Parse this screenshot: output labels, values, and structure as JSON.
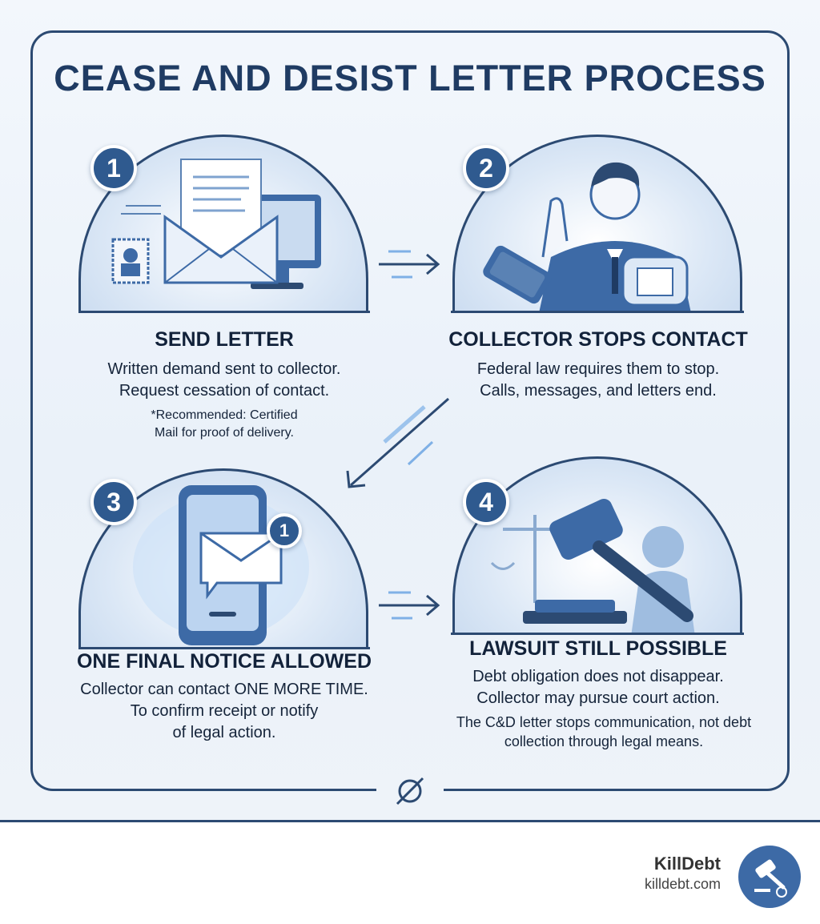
{
  "title": "CEASE AND DESIST LETTER PROCESS",
  "steps": [
    {
      "number": "1",
      "title": "SEND LETTER",
      "lines": [
        "Written demand sent to collector.",
        "Request cessation of contact."
      ],
      "note": "*Recommended: Certified Mail for proof of delivery."
    },
    {
      "number": "2",
      "title": "COLLECTOR STOPS CONTACT",
      "lines": [
        "Federal law requires them to stop.",
        "Calls, messages, and letters end."
      ]
    },
    {
      "number": "3",
      "title": "ONE FINAL NOTICE ALLOWED",
      "lines": [
        "Collector can contact ONE MORE TIME.",
        "To confirm receipt or notify",
        "of legal action."
      ],
      "badge_count": "1"
    },
    {
      "number": "4",
      "title": "LAWSUIT STILL POSSIBLE",
      "lines": [
        "Debt obligation does not disappear.",
        "Collector may pursue court action."
      ],
      "note": "The C&D letter stops communication, not debt collection through legal means."
    }
  ],
  "brand": {
    "name": "KillDebt",
    "url": "killdebt.com"
  },
  "colors": {
    "primary": "#2f5a8f",
    "dark": "#1f3b63",
    "frame": "#2c4a72",
    "light": "#dce8f6"
  }
}
